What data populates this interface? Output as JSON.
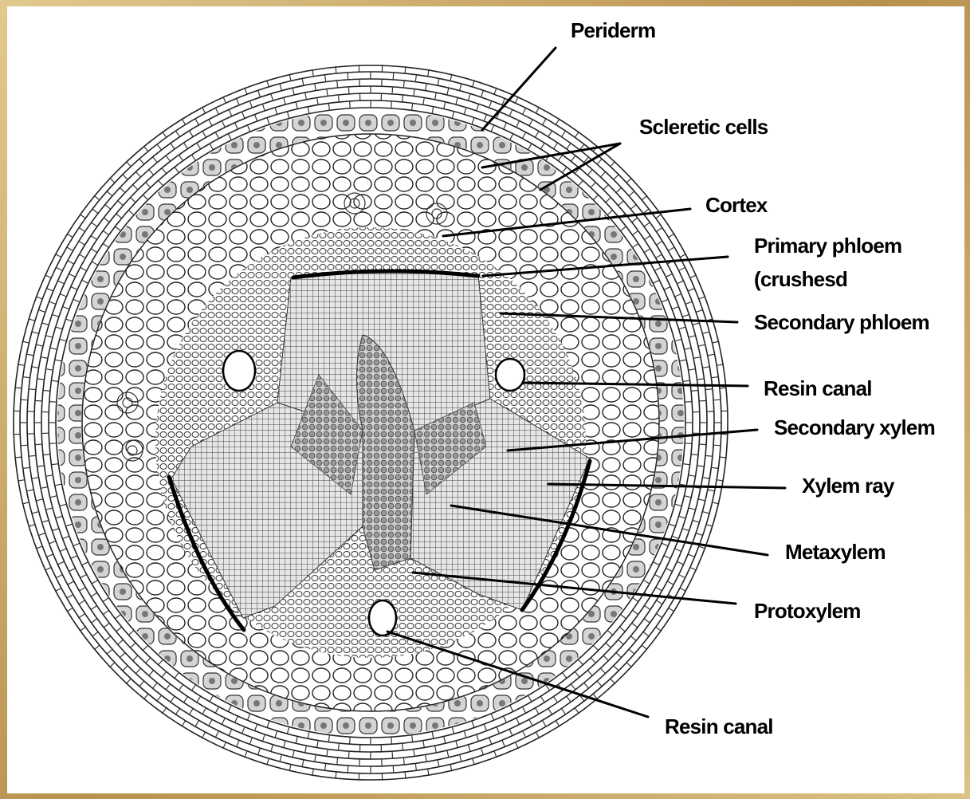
{
  "labels": {
    "periderm": "Periderm",
    "scleretic_cells": "Scleretic cells",
    "cortex": "Cortex",
    "primary_phloem_line1": "Primary phloem",
    "primary_phloem_line2": "(crushesd",
    "secondary_phloem": "Secondary phloem",
    "resin_canal_upper": "Resin canal",
    "secondary_xylem": "Secondary xylem",
    "xylem_ray": "Xylem ray",
    "metaxylem": "Metaxylem",
    "protoxylem": "Protoxylem",
    "resin_canal_lower": "Resin canal"
  },
  "colors": {
    "frame": "#c9a96b",
    "background": "#ffffff",
    "ink": "#000000",
    "tissue_fill": "#f2f2f2"
  }
}
